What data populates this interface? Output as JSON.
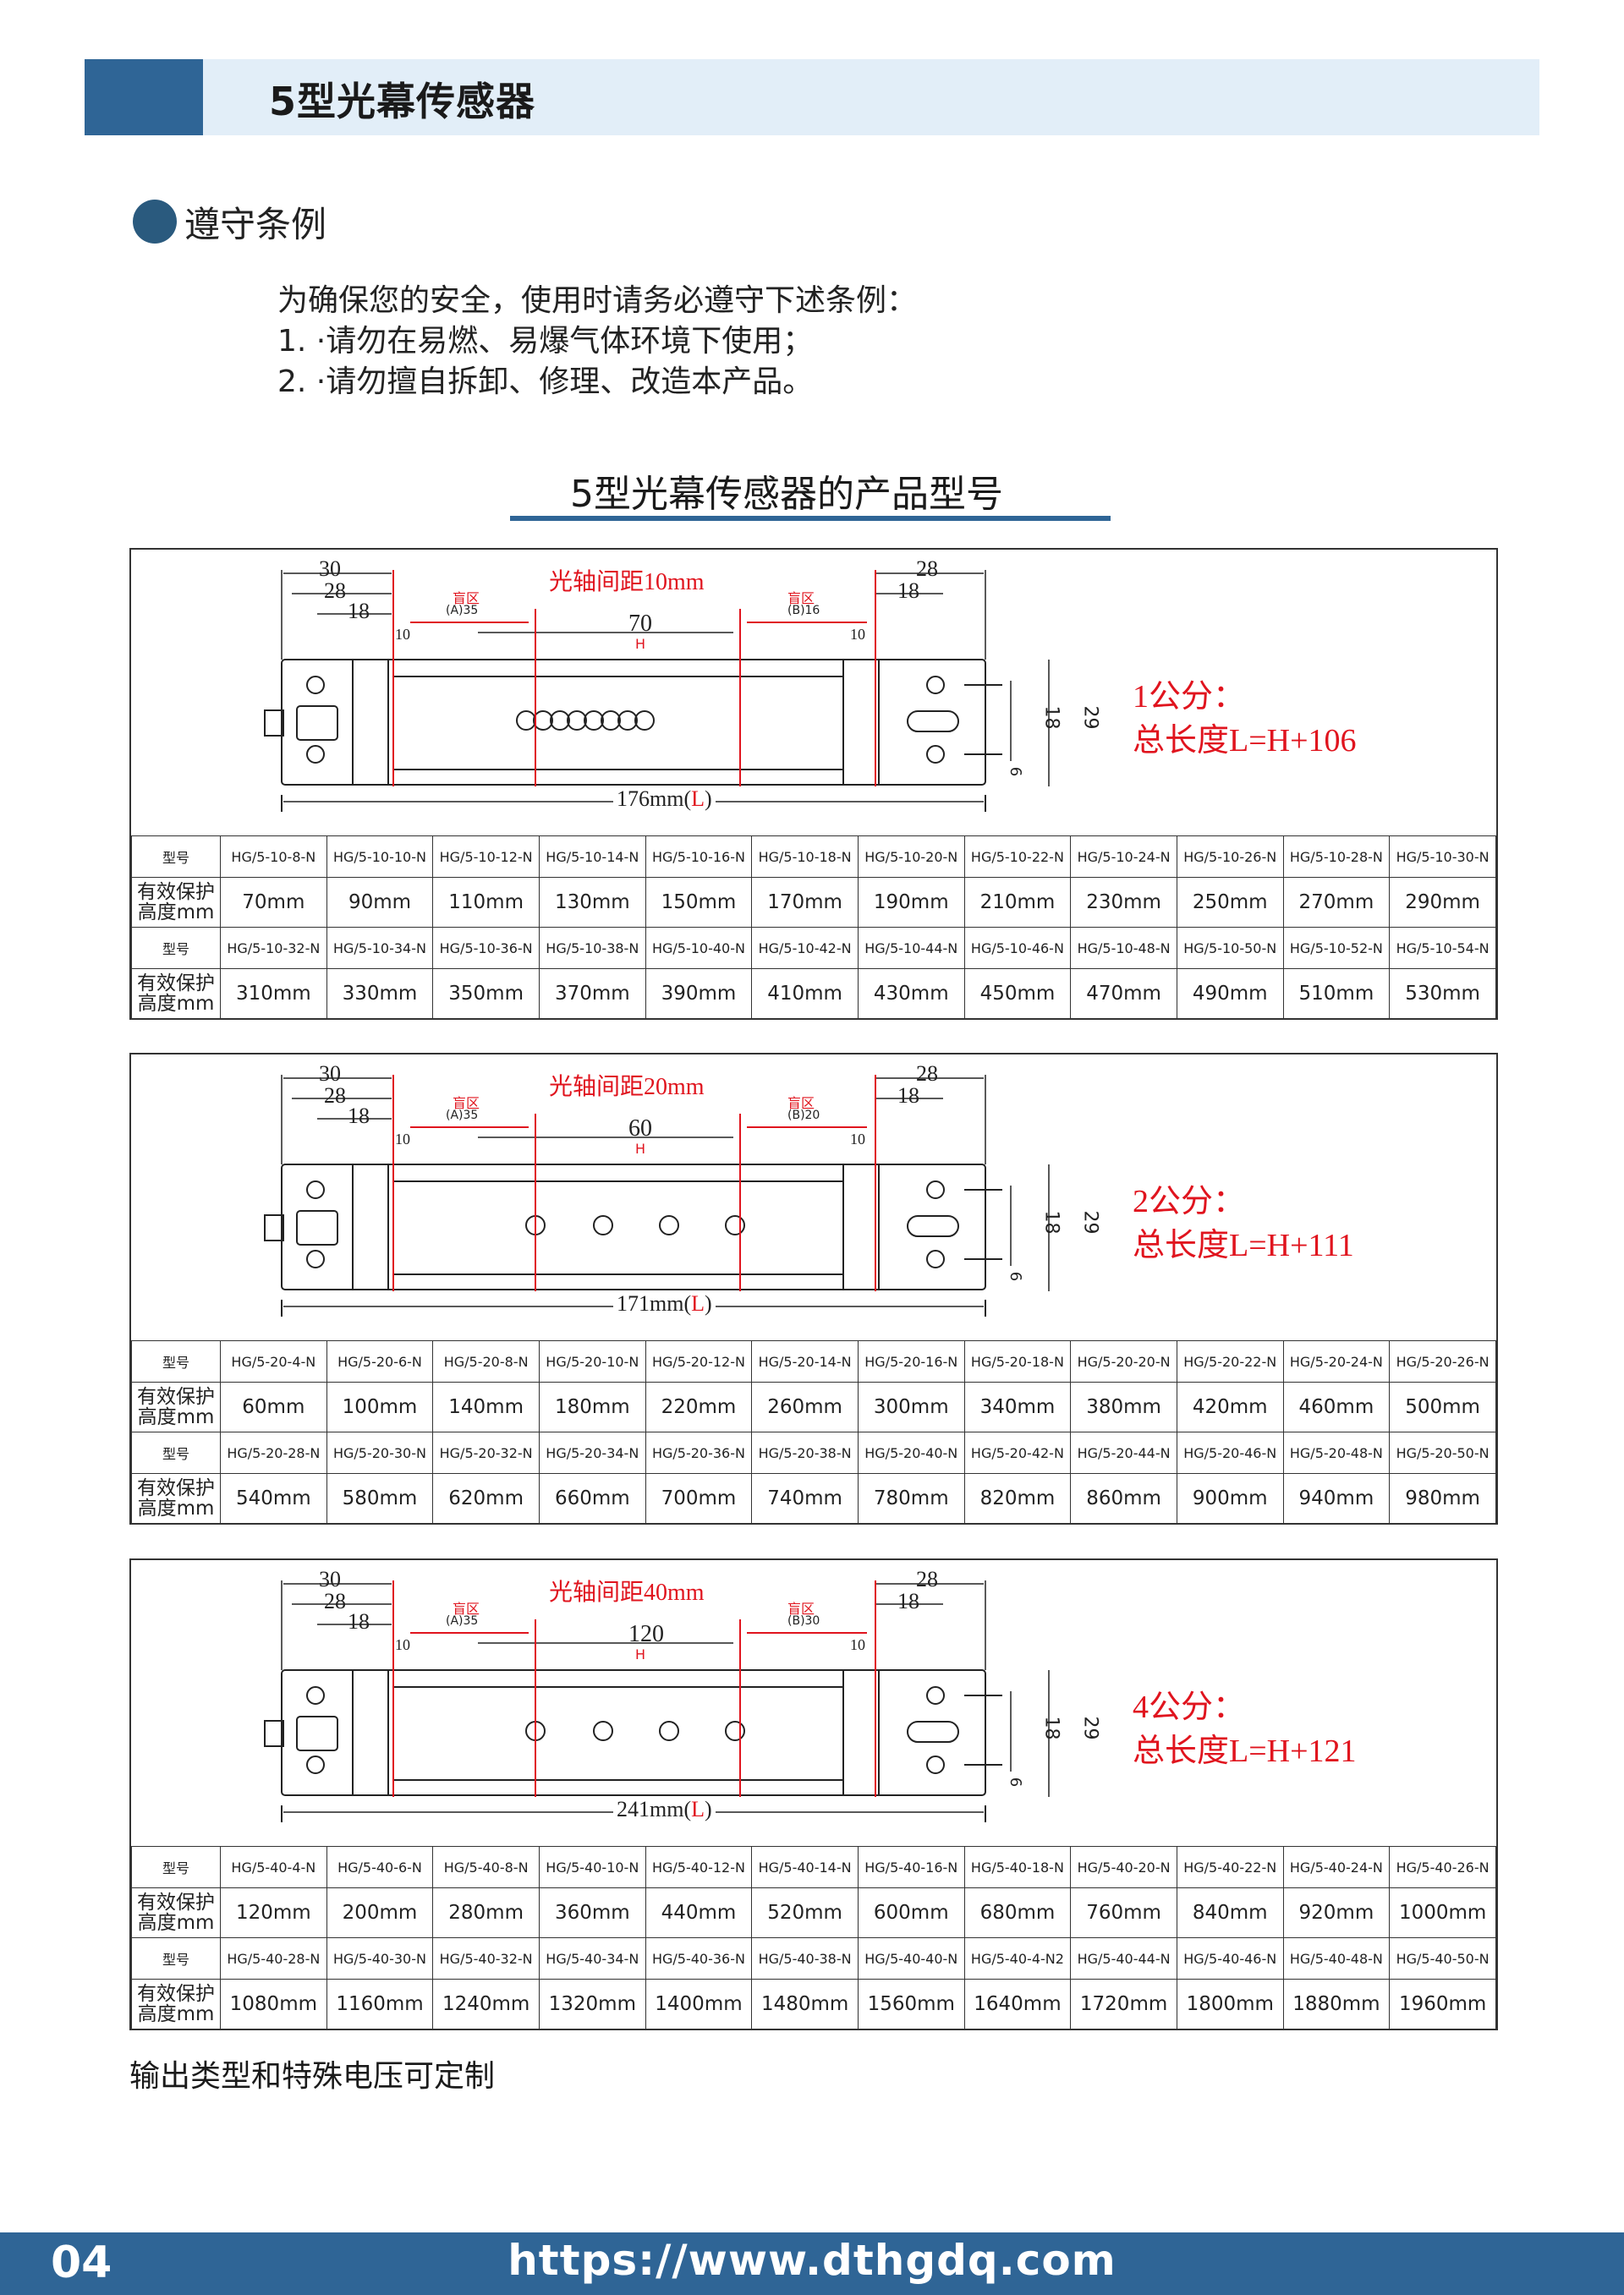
{
  "header": {
    "title": "5型光幕传感器"
  },
  "section": {
    "title": "遵守条例",
    "intro": "为确保您的安全，使用时请务必遵守下述条例：",
    "rules": [
      "1. ·请勿在易燃、易爆气体环境下使用；",
      "2. ·请勿擅自拆卸、修理、改造本产品。"
    ]
  },
  "products_title": "5型光幕传感器的产品型号",
  "panels": [
    {
      "axis": "光轴间距10mm",
      "dim_30": "30",
      "dim_28": "28",
      "dim_18": "18",
      "dim_10": "10",
      "right_28": "28",
      "right_18": "18",
      "right_10": "10",
      "blind_label": "盲区",
      "blind_a": "(A)35",
      "blind_b": "(B)16",
      "h_value": "70",
      "h_label": "H",
      "h_18": "18",
      "h_29": "29",
      "h_6": "6",
      "length": "176mm",
      "length_l": "L",
      "spec1": "1公分：",
      "spec2": "总长度L=H+106",
      "label_model": "型号",
      "label_height": "有效保护高度mm",
      "row1_models": [
        "HG/5-10-8-N",
        "HG/5-10-10-N",
        "HG/5-10-12-N",
        "HG/5-10-14-N",
        "HG/5-10-16-N",
        "HG/5-10-18-N",
        "HG/5-10-20-N",
        "HG/5-10-22-N",
        "HG/5-10-24-N",
        "HG/5-10-26-N",
        "HG/5-10-28-N",
        "HG/5-10-30-N"
      ],
      "row1_heights": [
        "70mm",
        "90mm",
        "110mm",
        "130mm",
        "150mm",
        "170mm",
        "190mm",
        "210mm",
        "230mm",
        "250mm",
        "270mm",
        "290mm"
      ],
      "row2_models": [
        "HG/5-10-32-N",
        "HG/5-10-34-N",
        "HG/5-10-36-N",
        "HG/5-10-38-N",
        "HG/5-10-40-N",
        "HG/5-10-42-N",
        "HG/5-10-44-N",
        "HG/5-10-46-N",
        "HG/5-10-48-N",
        "HG/5-10-50-N",
        "HG/5-10-52-N",
        "HG/5-10-54-N"
      ],
      "row2_heights": [
        "310mm",
        "330mm",
        "350mm",
        "370mm",
        "390mm",
        "410mm",
        "430mm",
        "450mm",
        "470mm",
        "490mm",
        "510mm",
        "530mm"
      ]
    },
    {
      "axis": "光轴间距20mm",
      "dim_30": "30",
      "dim_28": "28",
      "dim_18": "18",
      "dim_10": "10",
      "right_28": "28",
      "right_18": "18",
      "right_10": "10",
      "blind_label": "盲区",
      "blind_a": "(A)35",
      "blind_b": "(B)20",
      "h_value": "60",
      "h_label": "H",
      "h_18": "18",
      "h_29": "29",
      "h_6": "6",
      "length": "171mm",
      "length_l": "L",
      "spec1": "2公分：",
      "spec2": "总长度L=H+111",
      "label_model": "型号",
      "label_height": "有效保护高度mm",
      "row1_models": [
        "HG/5-20-4-N",
        "HG/5-20-6-N",
        "HG/5-20-8-N",
        "HG/5-20-10-N",
        "HG/5-20-12-N",
        "HG/5-20-14-N",
        "HG/5-20-16-N",
        "HG/5-20-18-N",
        "HG/5-20-20-N",
        "HG/5-20-22-N",
        "HG/5-20-24-N",
        "HG/5-20-26-N"
      ],
      "row1_heights": [
        "60mm",
        "100mm",
        "140mm",
        "180mm",
        "220mm",
        "260mm",
        "300mm",
        "340mm",
        "380mm",
        "420mm",
        "460mm",
        "500mm"
      ],
      "row2_models": [
        "HG/5-20-28-N",
        "HG/5-20-30-N",
        "HG/5-20-32-N",
        "HG/5-20-34-N",
        "HG/5-20-36-N",
        "HG/5-20-38-N",
        "HG/5-20-40-N",
        "HG/5-20-42-N",
        "HG/5-20-44-N",
        "HG/5-20-46-N",
        "HG/5-20-48-N",
        "HG/5-20-50-N"
      ],
      "row2_heights": [
        "540mm",
        "580mm",
        "620mm",
        "660mm",
        "700mm",
        "740mm",
        "780mm",
        "820mm",
        "860mm",
        "900mm",
        "940mm",
        "980mm"
      ]
    },
    {
      "axis": "光轴间距40mm",
      "dim_30": "30",
      "dim_28": "28",
      "dim_18": "18",
      "dim_10": "10",
      "right_28": "28",
      "right_18": "18",
      "right_10": "10",
      "blind_label": "盲区",
      "blind_a": "(A)35",
      "blind_b": "(B)30",
      "h_value": "120",
      "h_label": "H",
      "h_18": "18",
      "h_29": "29",
      "h_6": "6",
      "length": "241mm",
      "length_l": "L",
      "spec1": "4公分：",
      "spec2": "总长度L=H+121",
      "label_model": "型号",
      "label_height": "有效保护高度mm",
      "row1_models": [
        "HG/5-40-4-N",
        "HG/5-40-6-N",
        "HG/5-40-8-N",
        "HG/5-40-10-N",
        "HG/5-40-12-N",
        "HG/5-40-14-N",
        "HG/5-40-16-N",
        "HG/5-40-18-N",
        "HG/5-40-20-N",
        "HG/5-40-22-N",
        "HG/5-40-24-N",
        "HG/5-40-26-N"
      ],
      "row1_heights": [
        "120mm",
        "200mm",
        "280mm",
        "360mm",
        "440mm",
        "520mm",
        "600mm",
        "680mm",
        "760mm",
        "840mm",
        "920mm",
        "1000mm"
      ],
      "row2_models": [
        "HG/5-40-28-N",
        "HG/5-40-30-N",
        "HG/5-40-32-N",
        "HG/5-40-34-N",
        "HG/5-40-36-N",
        "HG/5-40-38-N",
        "HG/5-40-40-N",
        "HG/5-40-4-N2",
        "HG/5-40-44-N",
        "HG/5-40-46-N",
        "HG/5-40-48-N",
        "HG/5-40-50-N"
      ],
      "row2_heights": [
        "1080mm",
        "1160mm",
        "1240mm",
        "1320mm",
        "1400mm",
        "1480mm",
        "1560mm",
        "1640mm",
        "1720mm",
        "1800mm",
        "1880mm",
        "1960mm"
      ]
    }
  ],
  "footer_note": "输出类型和特殊电压可定制",
  "page_number": "04",
  "url": "https://www.dthgdq.com",
  "colors": {
    "brand_blue": "#2f6596",
    "header_bg": "#e2eef8",
    "annotation_red": "#e0141e"
  }
}
